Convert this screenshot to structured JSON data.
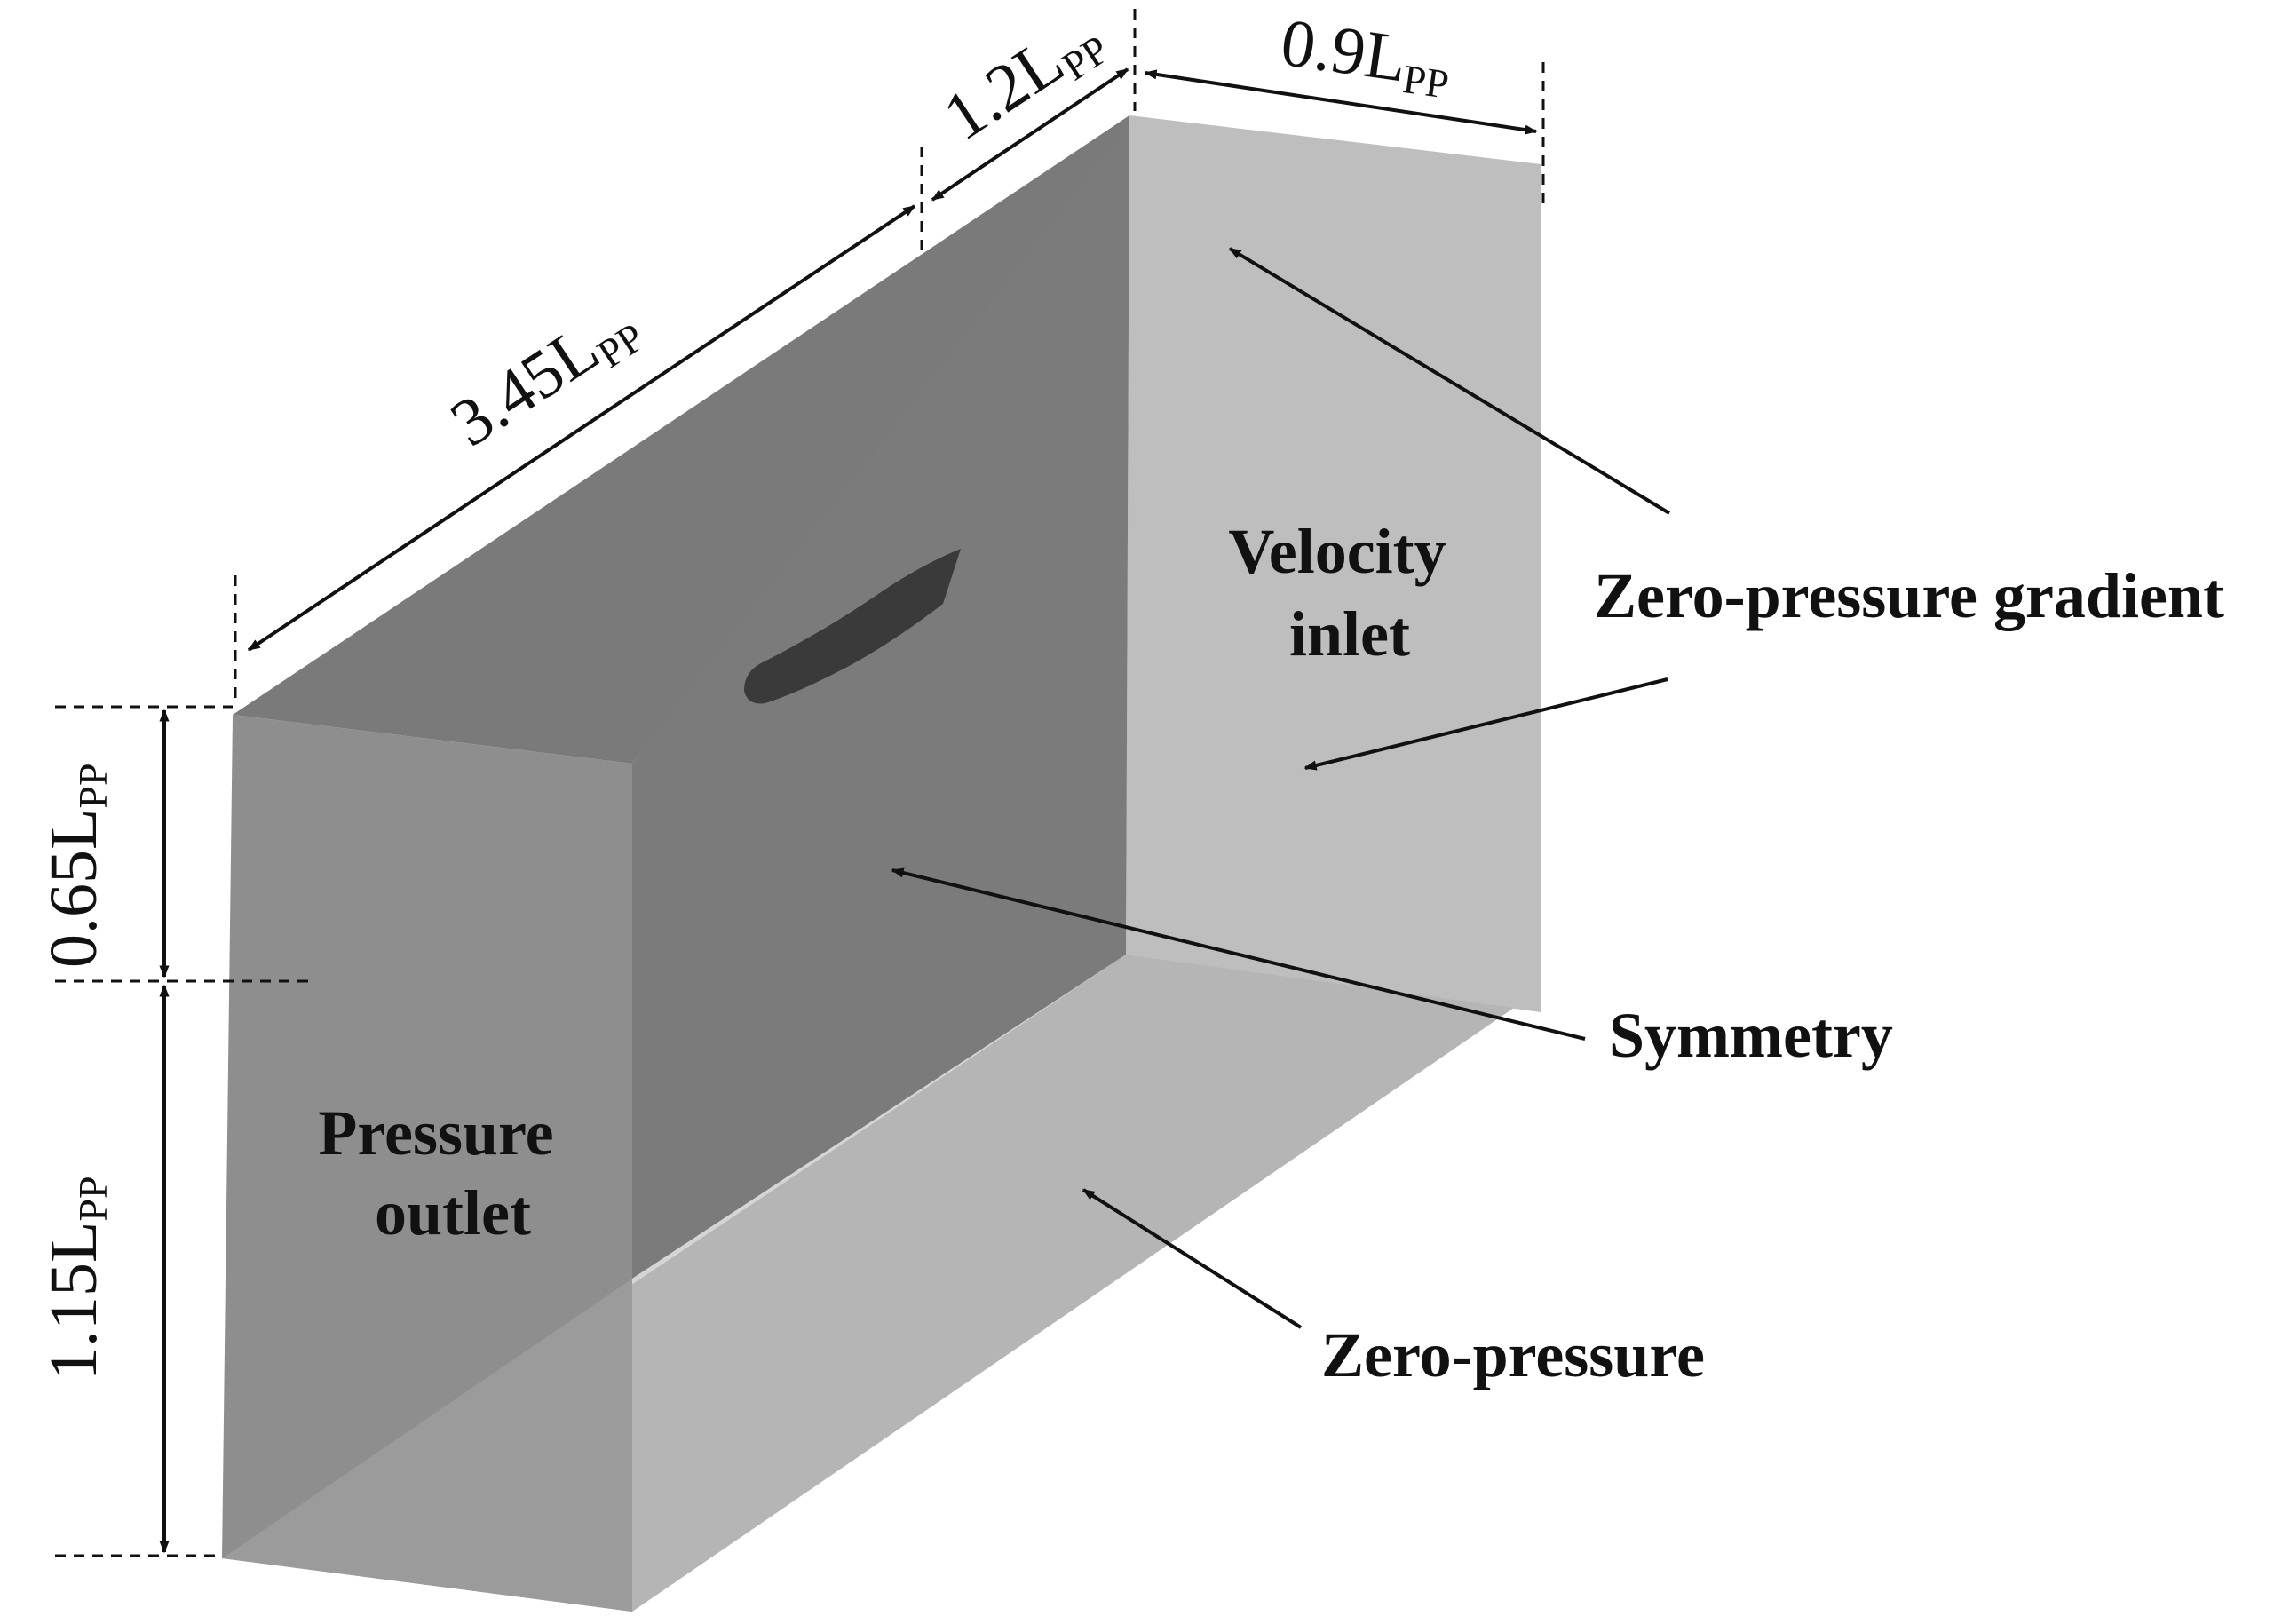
{
  "colors": {
    "background": "#ffffff",
    "top_face": "#7a7a7a",
    "symmetry_face": "#7b7b7b",
    "outlet_face": "#8e8e8e",
    "inlet_face": "#bebebe",
    "bottom_face": "#b8b8b8",
    "hull": "#3a3a3a",
    "line": "#111111"
  },
  "dimensions": {
    "length_aft": {
      "value": "3.45L",
      "sub": "PP"
    },
    "length_fwd": {
      "value": "1.2L",
      "sub": "PP"
    },
    "width": {
      "value": "0.9L",
      "sub": "PP"
    },
    "height_top": {
      "value": "0.65L",
      "sub": "PP"
    },
    "height_bottom": {
      "value": "1.15L",
      "sub": "PP"
    }
  },
  "labels": {
    "velocity_inlet": [
      "Velocity",
      "inlet"
    ],
    "pressure_outlet": [
      "Pressure",
      "outlet"
    ],
    "zero_pressure_gradient": "Zero-pressure gradient",
    "symmetry": "Symmetry",
    "zero_pressure": "Zero-pressure"
  }
}
